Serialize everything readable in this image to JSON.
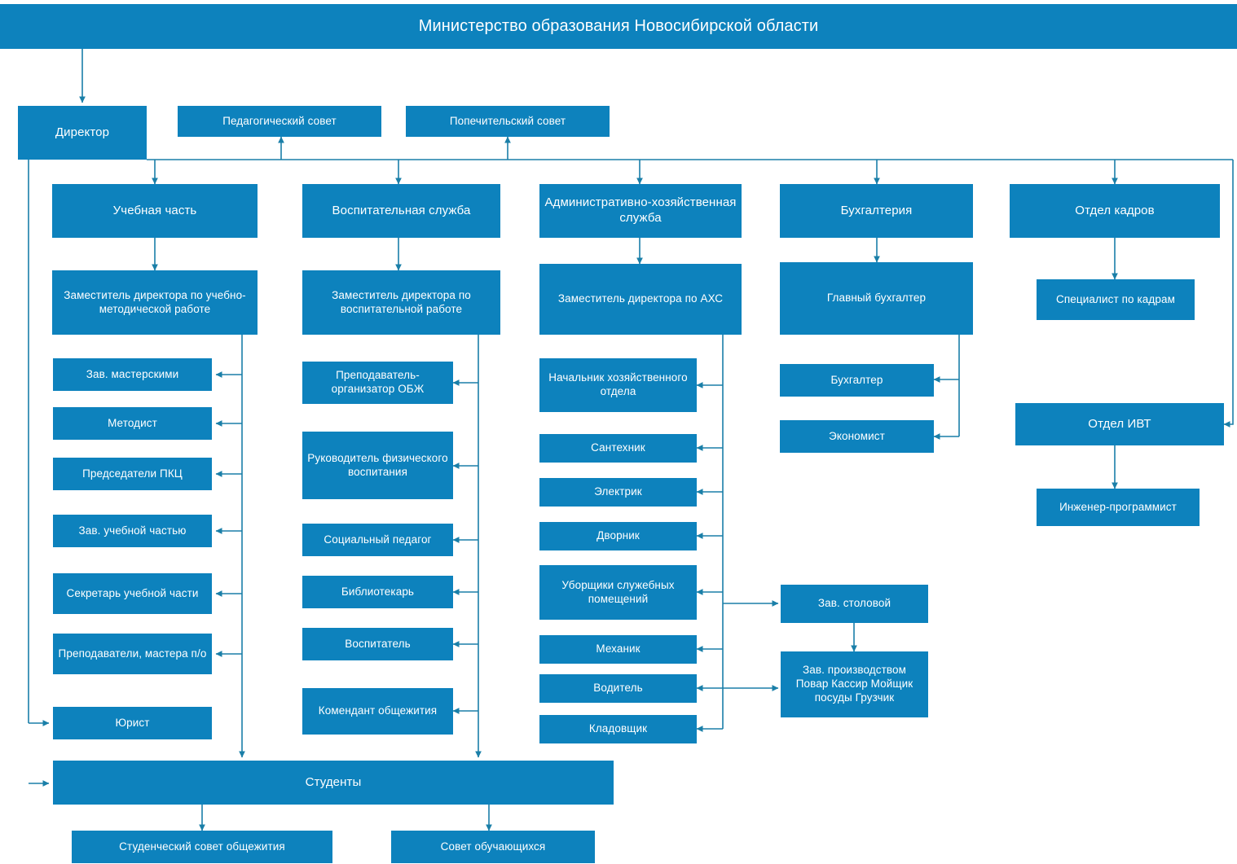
{
  "diagram": {
    "title": "Министерство образования Новосибирской области",
    "accent_color": "#0d82bd",
    "line_color": "#1a7fa8",
    "text_color": "#ffffff",
    "background": "#ffffff"
  },
  "header": {
    "label": "Министерство образования Новосибирской области"
  },
  "top": {
    "director": "Директор",
    "pedagogical_council": "Педагогический совет",
    "trustee_council": "Попечительский совет"
  },
  "departments": {
    "academic": "Учебная часть",
    "upbringing": "Воспитательная служба",
    "administrative": "Административно-хозяйственная служба",
    "accounting": "Бухгалтерия",
    "hr": "Отдел кадров",
    "ivt": "Отдел ИВТ"
  },
  "academic_branch": {
    "head": "Заместитель директора по учебно-методической работе",
    "items": [
      "Зав. мастерскими",
      "Методист",
      "Председатели ПКЦ",
      "Зав. учебной частью",
      "Секретарь учебной части",
      "Преподаватели, мастера п/о"
    ],
    "lawyer": "Юрист"
  },
  "upbringing_branch": {
    "head": "Заместитель директора по воспитательной работе",
    "items": [
      "Преподаватель-организатор ОБЖ",
      "Руководитель физического воспитания",
      "Социальный педагог",
      "Библиотекарь",
      "Воспитатель",
      "Комендант общежития"
    ]
  },
  "administrative_branch": {
    "head": "Заместитель директора по АХС",
    "items": [
      "Начальник хозяйственного отдела",
      "Сантехник",
      "Электрик",
      "Дворник",
      "Уборщики служебных помещений",
      "Механик",
      "Водитель",
      "Кладовщик"
    ]
  },
  "accounting_branch": {
    "head": "Главный бухгалтер",
    "items": [
      "Бухгалтер",
      "Экономист"
    ]
  },
  "hr_branch": {
    "items": [
      "Специалист по кадрам"
    ]
  },
  "ivt_branch": {
    "items": [
      "Инженер-программист"
    ]
  },
  "canteen": {
    "manager": "Зав. столовой",
    "staff": "Зав. производством Повар Кассир Мойщик посуды Грузчик"
  },
  "bottom": {
    "students": "Студенты",
    "dorm_council": "Студенческий совет общежития",
    "students_council": "Совет обучающихся"
  }
}
